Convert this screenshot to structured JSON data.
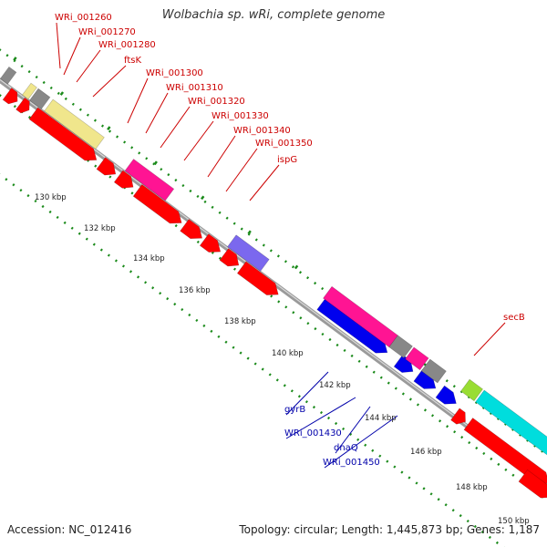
{
  "title": "Wolbachia sp. wRi, complete genome",
  "footer": {
    "accession": "Accession: NC_012416",
    "summary": "Topology: circular; Length: 1,445,873 bp; Genes: 1,187"
  },
  "colors": {
    "label_forward": "#cc0000",
    "label_reverse": "#0000aa",
    "backbone": "#9a9a9a",
    "tick_green": "#1a8a1a",
    "gene_red": "#ff0000",
    "gene_pink": "#ff1493",
    "gene_blue": "#0000ee",
    "gene_cyan": "#00dddd",
    "gene_yellow": "#f0e68c",
    "gene_purple": "#7b68ee",
    "gene_gray": "#888888",
    "gene_lightgreen": "#99dd33"
  },
  "scale_labels": [
    "130 kbp",
    "132 kbp",
    "134 kbp",
    "136 kbp",
    "138 kbp",
    "140 kbp",
    "142 kbp",
    "144 kbp",
    "146 kbp",
    "148 kbp",
    "150 kbp"
  ],
  "gene_labels": [
    {
      "text": "WRi_001260",
      "strand": "forward"
    },
    {
      "text": "WRi_001270",
      "strand": "forward"
    },
    {
      "text": "WRi_001280",
      "strand": "forward"
    },
    {
      "text": "ftsK",
      "strand": "forward"
    },
    {
      "text": "WRi_001300",
      "strand": "forward"
    },
    {
      "text": "WRi_001310",
      "strand": "forward"
    },
    {
      "text": "WRi_001320",
      "strand": "forward"
    },
    {
      "text": "WRi_001330",
      "strand": "forward"
    },
    {
      "text": "WRi_001340",
      "strand": "forward"
    },
    {
      "text": "WRi_001350",
      "strand": "forward"
    },
    {
      "text": "ispG",
      "strand": "forward"
    },
    {
      "text": "secB",
      "strand": "forward"
    },
    {
      "text": "gyrB",
      "strand": "reverse"
    },
    {
      "text": "WRi_001430",
      "strand": "reverse"
    },
    {
      "text": "dnaQ",
      "strand": "reverse"
    },
    {
      "text": "WRi_001450",
      "strand": "reverse"
    }
  ]
}
